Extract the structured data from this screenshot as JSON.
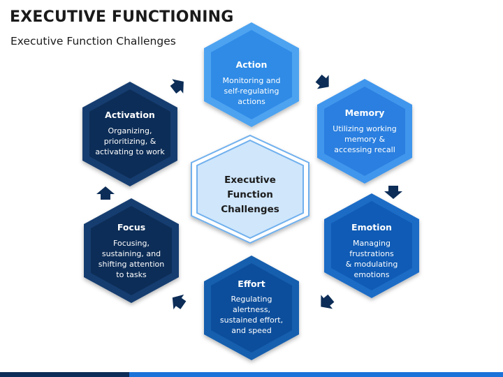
{
  "header": {
    "title": "EXECUTIVE FUNCTIONING",
    "subtitle": "Executive Function Challenges"
  },
  "center": {
    "lines": [
      "Executive",
      "Function",
      "Challenges"
    ]
  },
  "nodes": [
    {
      "id": "action",
      "title": "Action",
      "lines": [
        "Monitoring and",
        "self-regulating",
        "actions"
      ]
    },
    {
      "id": "memory",
      "title": "Memory",
      "lines": [
        "Utilizing working",
        "memory &",
        "accessing recall"
      ]
    },
    {
      "id": "emotion",
      "title": "Emotion",
      "lines": [
        "Managing",
        "frustrations",
        "& modulating",
        "emotions"
      ]
    },
    {
      "id": "effort",
      "title": "Effort",
      "lines": [
        "Regulating",
        "alertness,",
        "sustained effort,",
        "and speed"
      ]
    },
    {
      "id": "focus",
      "title": "Focus",
      "lines": [
        "Focusing,",
        "sustaining, and",
        "shifting attention",
        "to tasks"
      ]
    },
    {
      "id": "activation",
      "title": "Activation",
      "lines": [
        "Organizing,",
        "prioritizing, &",
        "activating to work"
      ]
    }
  ],
  "colors": {
    "action": "#2f8be6",
    "memory": "#2a7fe0",
    "emotion": "#0f5bb5",
    "effort": "#0c4e9c",
    "focus": "#0c2d57",
    "activation": "#0c2d57",
    "center_fill": "#cfe6fb",
    "center_border": "#6fb0ee",
    "arrow": "#0c2d57"
  },
  "arrows": [
    {
      "from": "activation",
      "to": "action",
      "direction": "up-right"
    },
    {
      "from": "action",
      "to": "memory",
      "direction": "down-right"
    },
    {
      "from": "memory",
      "to": "emotion",
      "direction": "down"
    },
    {
      "from": "emotion",
      "to": "effort",
      "direction": "down-left"
    },
    {
      "from": "effort",
      "to": "focus",
      "direction": "up-left"
    },
    {
      "from": "focus",
      "to": "activation",
      "direction": "up"
    }
  ]
}
